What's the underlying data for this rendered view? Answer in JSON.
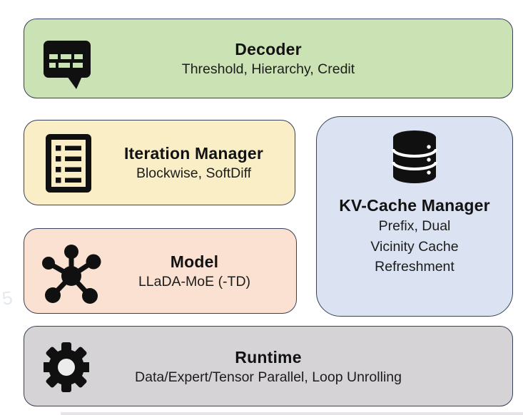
{
  "page": {
    "background": "#ffffff",
    "border_color": "#36415a",
    "watermark_fragment": "5"
  },
  "diagram": {
    "blocks": [
      {
        "id": "decoder",
        "title": "Decoder",
        "subtitle": "Threshold, Hierarchy, Credit",
        "icon": "chat-bubble-icon",
        "bg": "#cbe3b4"
      },
      {
        "id": "iteration-manager",
        "title": "Iteration Manager",
        "subtitle": "Blockwise, SoftDiff",
        "icon": "checklist-icon",
        "bg": "#faeec7"
      },
      {
        "id": "kv-cache-manager",
        "title": "KV-Cache Manager",
        "subtitle_lines": [
          "Prefix, Dual",
          "Vicinity Cache",
          "Refreshment"
        ],
        "icon": "database-icon",
        "bg": "#dbe2f1"
      },
      {
        "id": "model",
        "title": "Model",
        "subtitle": "LLaDA-MoE (-TD)",
        "icon": "network-graph-icon",
        "bg": "#fbe1d1"
      },
      {
        "id": "runtime",
        "title": "Runtime",
        "subtitle": "Data/Expert/Tensor Parallel, Loop Unrolling",
        "icon": "gear-icon",
        "bg": "#d5d3d6"
      }
    ]
  }
}
